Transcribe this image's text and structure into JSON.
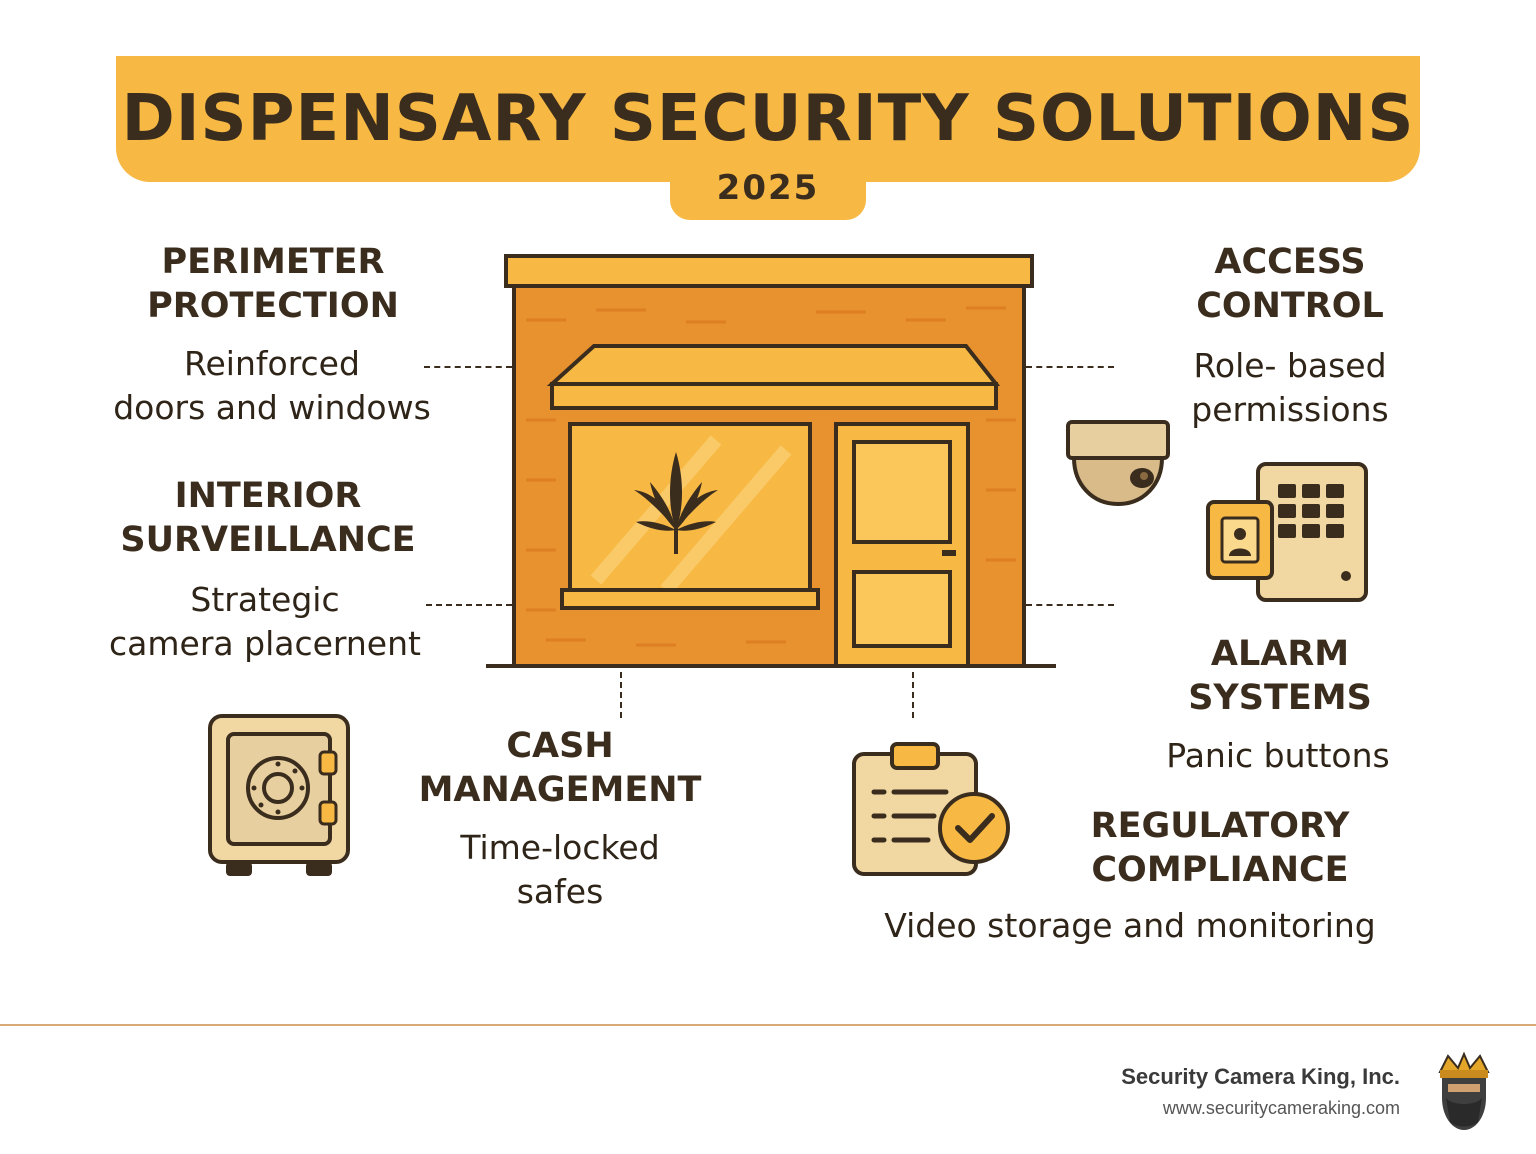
{
  "header": {
    "title": "DISPENSARY SECURITY SOLUTIONS",
    "year": "2025"
  },
  "sections": {
    "perimeter": {
      "heading": "PERIMETER\nPROTECTION",
      "text": "Reinforced\ndoors and windows"
    },
    "interior": {
      "heading": "INTERIOR\nSURVEILLANCE",
      "text": "Strategic\ncamera placernent"
    },
    "cash": {
      "heading": "CASH\nMANAGEMENT",
      "text": "Time-locked\nsafes"
    },
    "access": {
      "heading": "ACCESS\nCONTROL",
      "text": "Role- based\npermissions"
    },
    "alarm": {
      "heading": "ALARM\nSYSTEMS",
      "text": "Panic buttons"
    },
    "compliance": {
      "heading": "REGULATORY\nCOMPLIANCE",
      "text": "Video storage and monitoring"
    }
  },
  "footer": {
    "company": "Security Camera King, Inc.",
    "website": "www.securitycameraking.com"
  },
  "colors": {
    "banner": "#f7b944",
    "text": "#3b2d1e",
    "building": "#e8912f",
    "awning": "#f7b944",
    "icon_fill": "#f1d7a2"
  },
  "icons": [
    "storefront-illustration",
    "cannabis-leaf-icon",
    "dome-camera-icon",
    "keypad-access-icon",
    "safe-icon",
    "clipboard-check-icon",
    "king-logo"
  ]
}
